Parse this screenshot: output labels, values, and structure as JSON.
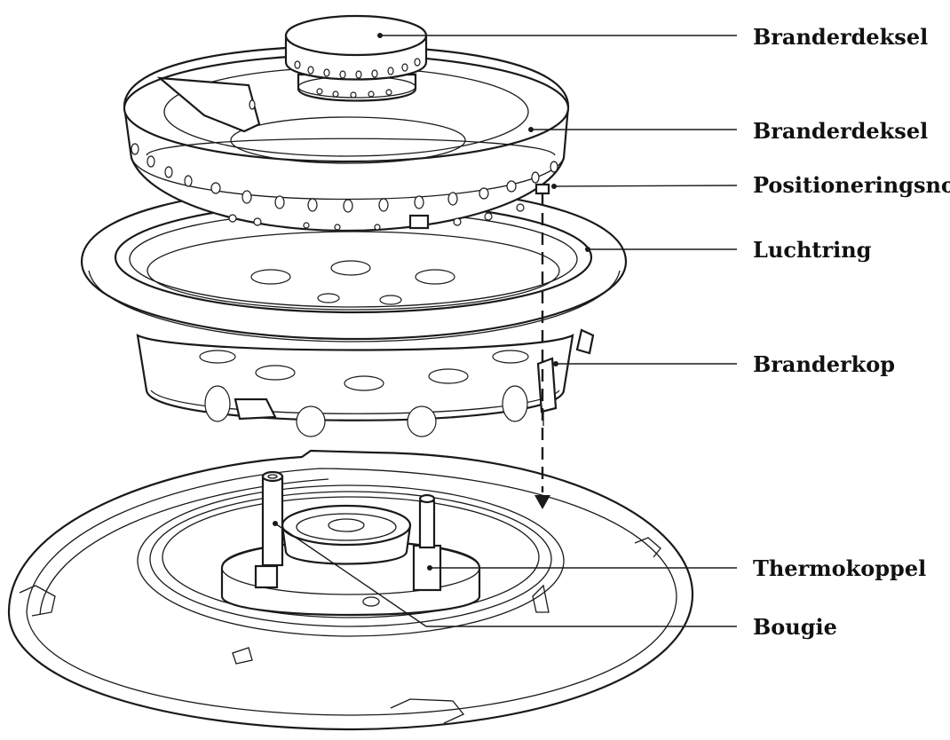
{
  "labels": [
    {
      "id": "burner-cap",
      "text": "Branderdeksel"
    },
    {
      "id": "burner-ring",
      "text": "Branderdeksel"
    },
    {
      "id": "positioning-cam",
      "text": "Positioneringsnok"
    },
    {
      "id": "air-ring",
      "text": "Luchtring"
    },
    {
      "id": "burner-head",
      "text": "Branderkop"
    },
    {
      "id": "thermocouple",
      "text": "Thermokoppel"
    },
    {
      "id": "spark-plug",
      "text": "Bougie"
    }
  ]
}
